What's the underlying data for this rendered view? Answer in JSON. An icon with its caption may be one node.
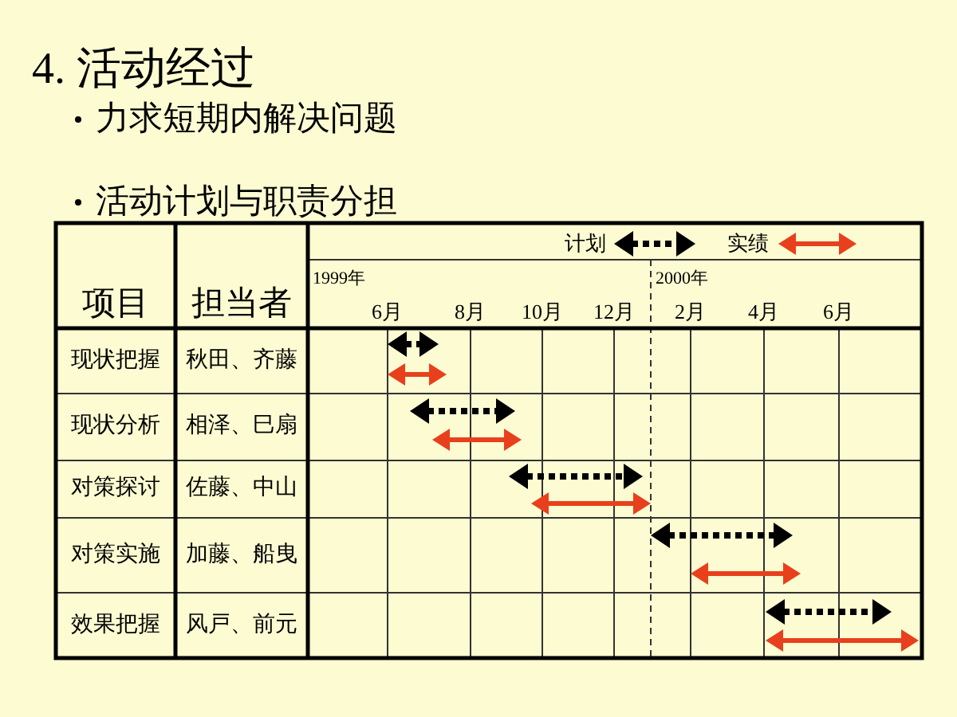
{
  "diagram": {
    "title": "4. 活动经过",
    "labels": [
      "力求短期内解决问题",
      "活动计划与职责分担",
      "项目",
      "担当者",
      "1999年",
      "6月",
      "8月",
      "10月",
      "12月",
      "2000年",
      "2月",
      "4月",
      "6月",
      "现状把握",
      "秋田、齐藤",
      "现状分析",
      "相泽、巳扇",
      "对策探讨",
      "佐藤、中山",
      "对策实施",
      "加藤、船曳",
      "效果把握",
      "风戸、前元"
    ],
    "legend": [
      {
        "text": "计划"
      },
      {
        "text": "实绩"
      }
    ]
  }
}
